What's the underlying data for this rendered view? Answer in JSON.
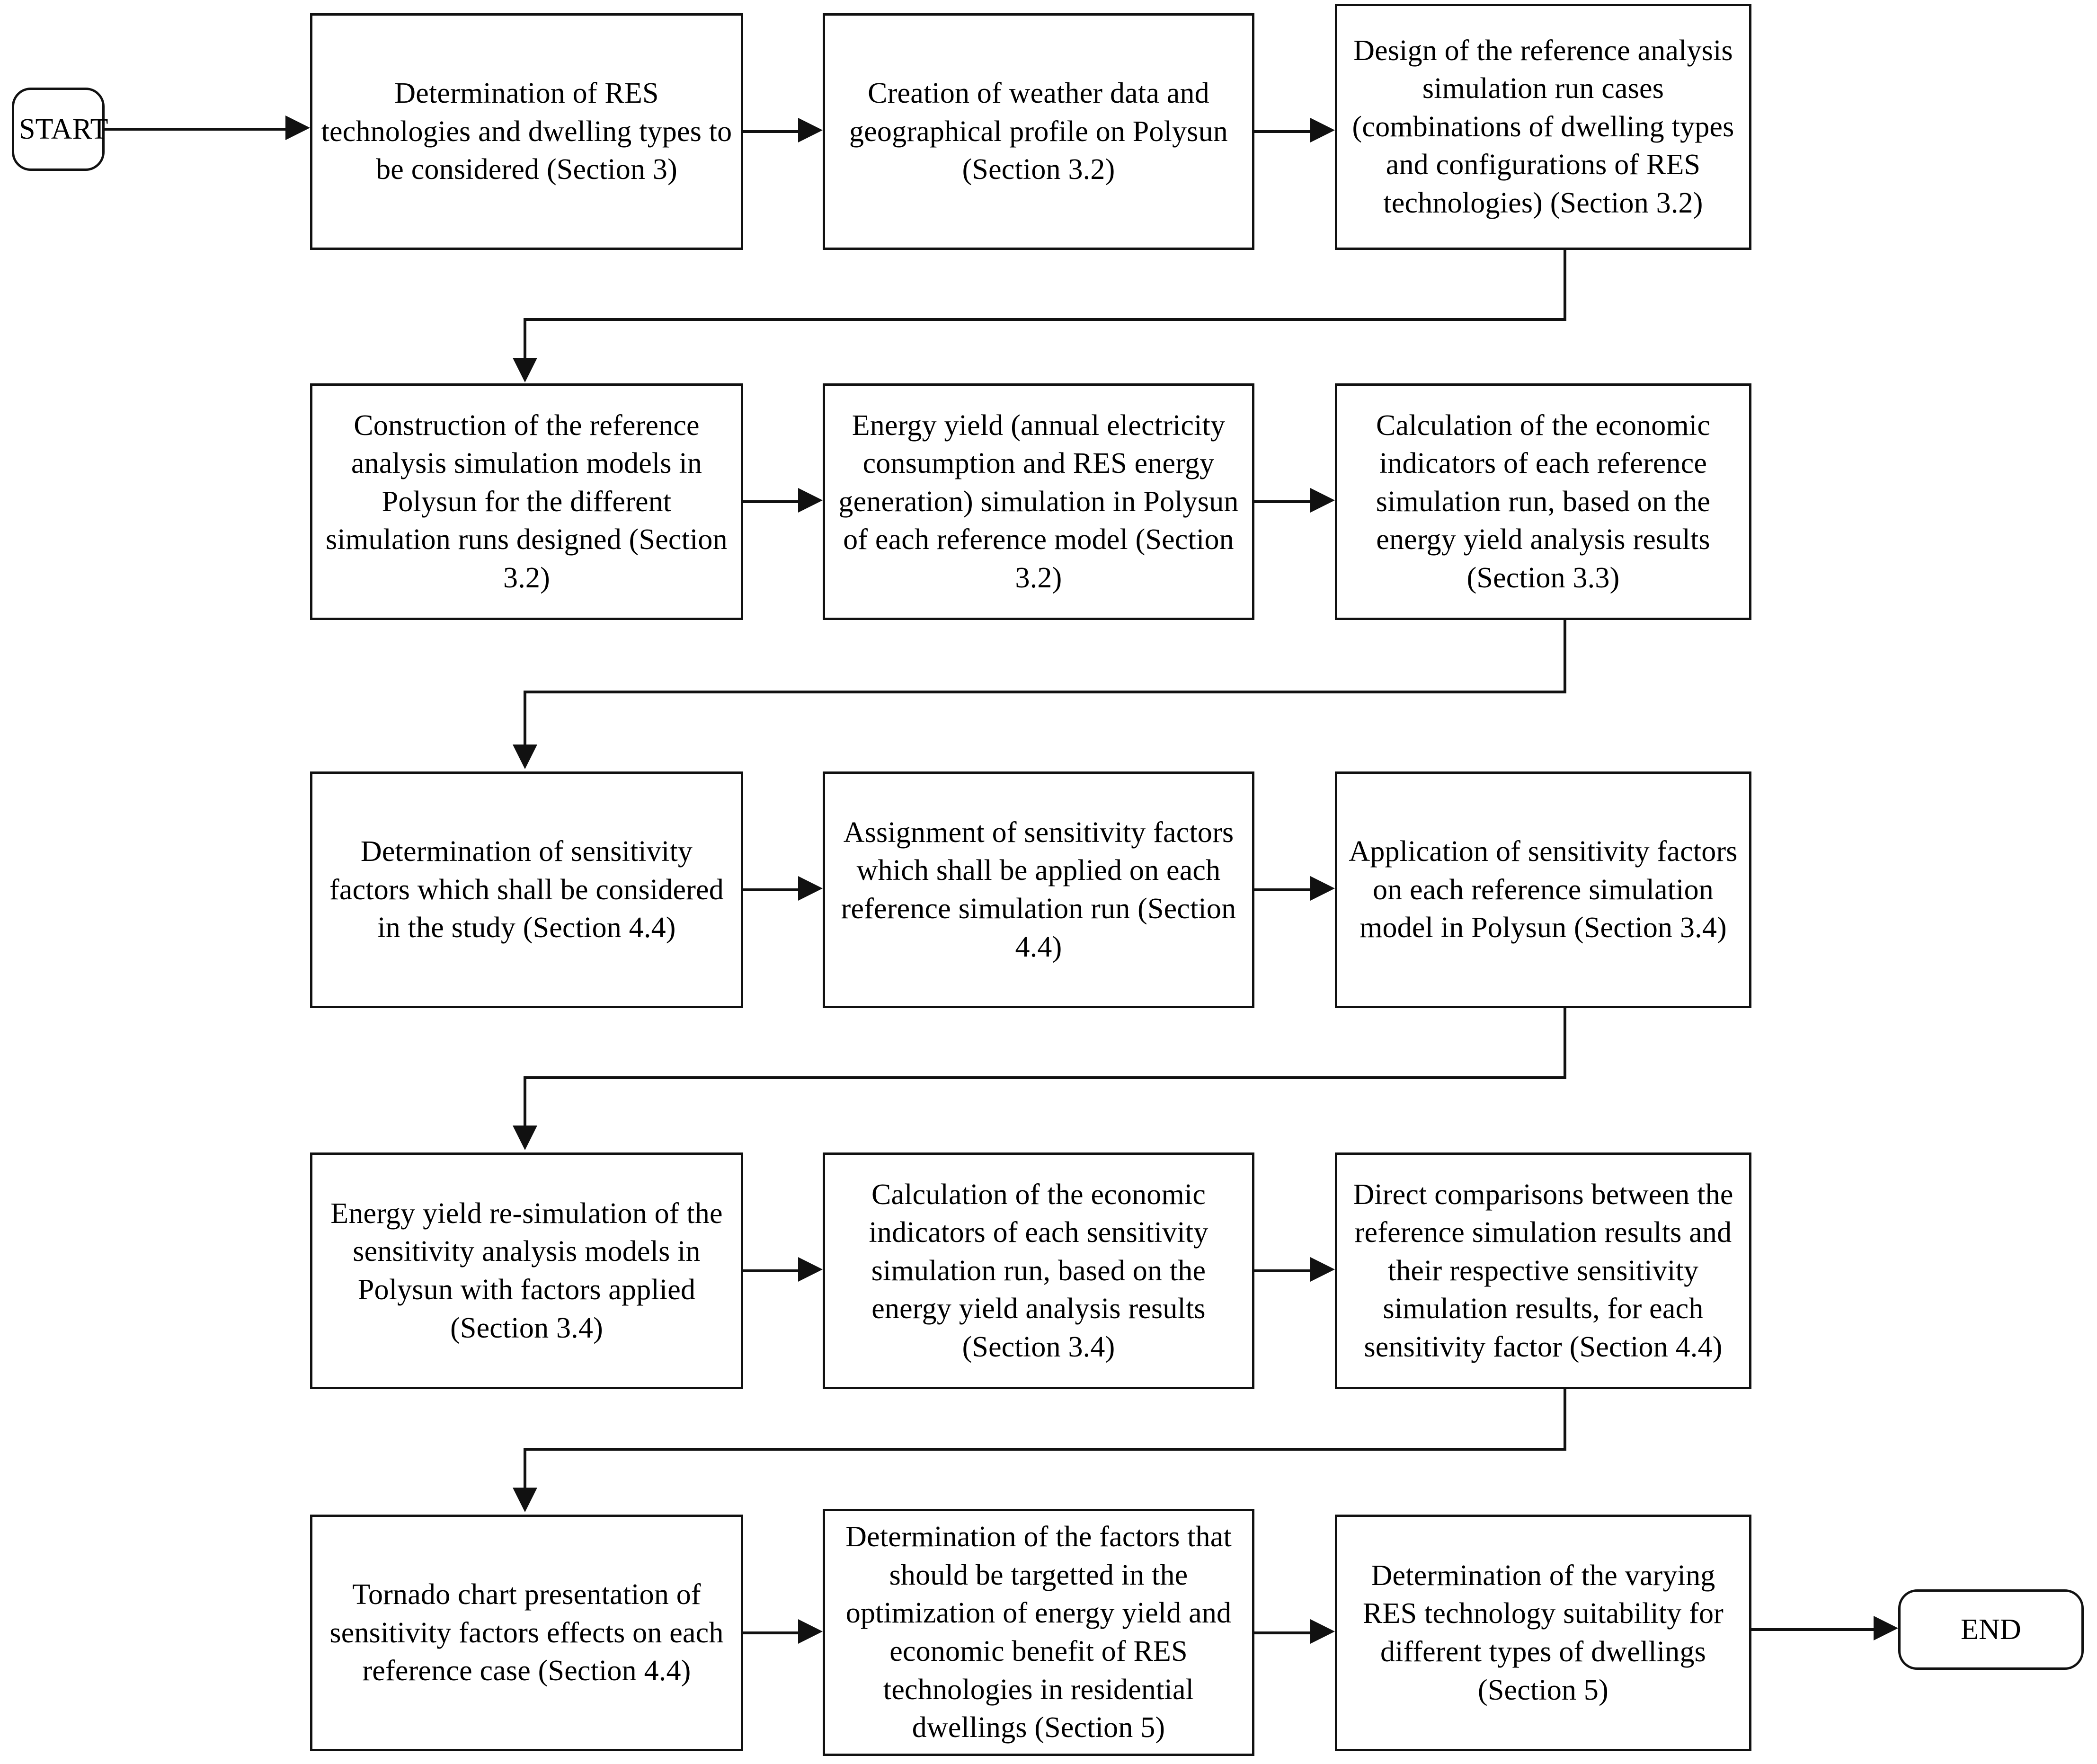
{
  "diagram": {
    "title": "Research methodology flowchart",
    "accent_color": "#111111",
    "background_color": "#ffffff",
    "start_label": "START",
    "end_label": "END",
    "nodes": [
      {
        "id": "start",
        "shape": "terminator",
        "text": "START"
      },
      {
        "id": "n1",
        "shape": "process",
        "text": "Determination of RES technologies and dwelling types to be considered (Section 3)"
      },
      {
        "id": "n2",
        "shape": "process",
        "text": "Creation of weather data and geographical profile on Polysun (Section 3.2)"
      },
      {
        "id": "n3",
        "shape": "process",
        "text": "Design of the reference analysis simulation run cases (combinations of dwelling types and configurations of RES technologies) (Section 3.2)"
      },
      {
        "id": "n4",
        "shape": "process",
        "text": "Construction of the reference analysis simulation models in Polysun for the different simulation runs designed (Section 3.2)"
      },
      {
        "id": "n5",
        "shape": "process",
        "text": "Energy yield (annual electricity consumption and RES energy generation) simulation in Polysun of each reference model (Section 3.2)"
      },
      {
        "id": "n6",
        "shape": "process",
        "text": "Calculation of the economic indicators of each reference simulation run, based on the energy yield analysis results (Section 3.3)"
      },
      {
        "id": "n7",
        "shape": "process",
        "text": "Determination of sensitivity factors which shall be considered in the study (Section 4.4)"
      },
      {
        "id": "n8",
        "shape": "process",
        "text": "Assignment of sensitivity factors which shall be applied on each reference simulation run (Section 4.4)"
      },
      {
        "id": "n9",
        "shape": "process",
        "text": "Application of sensitivity factors on each reference simulation model in Polysun (Section 3.4)"
      },
      {
        "id": "n10",
        "shape": "process",
        "text": "Energy yield re-simulation of the sensitivity analysis models in Polysun with factors applied (Section 3.4)"
      },
      {
        "id": "n11",
        "shape": "process",
        "text": "Calculation of the economic indicators of each sensitivity simulation run, based on the energy yield analysis results (Section 3.4)"
      },
      {
        "id": "n12",
        "shape": "process",
        "text": "Direct comparisons between the reference simulation results and their respective sensitivity simulation results, for each sensitivity factor (Section 4.4)"
      },
      {
        "id": "n13",
        "shape": "process",
        "text": "Tornado chart presentation of sensitivity factors effects on each reference case (Section 4.4)"
      },
      {
        "id": "n14",
        "shape": "process",
        "text": "Determination of the factors that should be targetted in the optimization of energy yield and economic benefit of RES technologies in residential dwellings (Section 5)"
      },
      {
        "id": "n15",
        "shape": "process",
        "text": "Determination of the varying RES technology suitability for different types of dwellings (Section 5)"
      },
      {
        "id": "end",
        "shape": "terminator",
        "text": "END"
      }
    ],
    "edges": [
      {
        "from": "start",
        "to": "n1",
        "kind": "straight-right"
      },
      {
        "from": "n1",
        "to": "n2",
        "kind": "straight-right"
      },
      {
        "from": "n2",
        "to": "n3",
        "kind": "straight-right"
      },
      {
        "from": "n3",
        "to": "n4",
        "kind": "down-left-down"
      },
      {
        "from": "n4",
        "to": "n5",
        "kind": "straight-right"
      },
      {
        "from": "n5",
        "to": "n6",
        "kind": "straight-right"
      },
      {
        "from": "n6",
        "to": "n7",
        "kind": "down-left-down"
      },
      {
        "from": "n7",
        "to": "n8",
        "kind": "straight-right"
      },
      {
        "from": "n8",
        "to": "n9",
        "kind": "straight-right"
      },
      {
        "from": "n9",
        "to": "n10",
        "kind": "down-left-down"
      },
      {
        "from": "n10",
        "to": "n11",
        "kind": "straight-right"
      },
      {
        "from": "n11",
        "to": "n12",
        "kind": "straight-right"
      },
      {
        "from": "n12",
        "to": "n13",
        "kind": "down-left-down"
      },
      {
        "from": "n13",
        "to": "n14",
        "kind": "straight-right"
      },
      {
        "from": "n14",
        "to": "n15",
        "kind": "straight-right"
      },
      {
        "from": "n15",
        "to": "end",
        "kind": "straight-right"
      }
    ]
  }
}
